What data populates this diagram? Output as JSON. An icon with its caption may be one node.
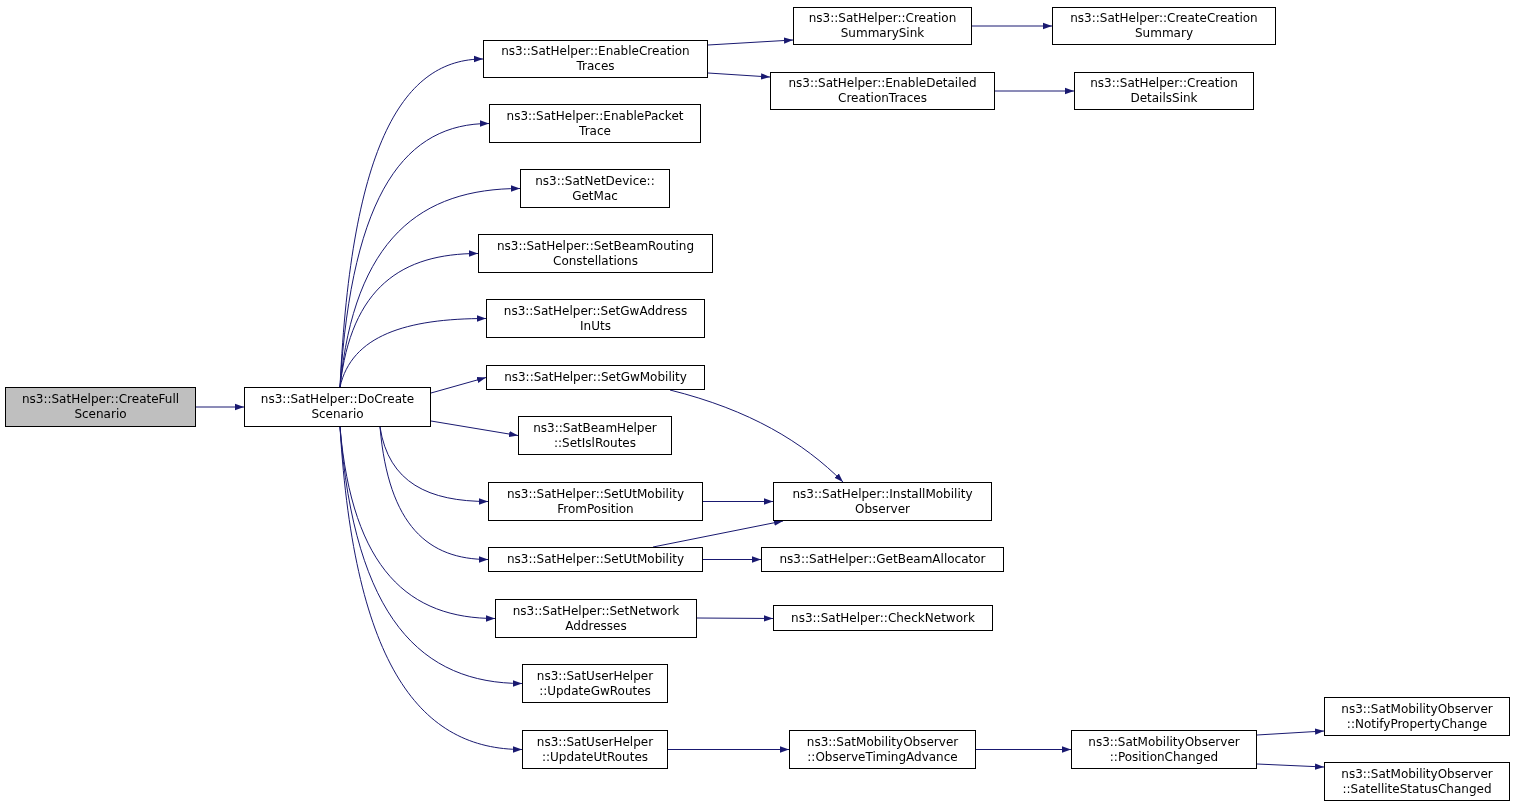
{
  "diagram": {
    "nodes": [
      {
        "text": [
          "ns3::SatHelper::CreateFull Scenario"
        ]
      },
      {
        "text": [
          "ns3::SatHelper::DoCreate Scenario"
        ]
      },
      {
        "text": [
          "ns3::SatHelper::EnableCreation Traces"
        ]
      },
      {
        "text": [
          "ns3::SatHelper::EnablePacket Trace"
        ]
      },
      {
        "text": [
          "ns3::SatNetDevice:: GetMac"
        ]
      },
      {
        "text": [
          "ns3::SatHelper::SetBeamRouting Constellations"
        ]
      },
      {
        "text": [
          "ns3::SatHelper::SetGwAddress InUts"
        ]
      },
      {
        "text": [
          "ns3::SatHelper::SetGwMobility"
        ]
      },
      {
        "text": [
          "ns3::SatBeamHelper ::SetIslRoutes"
        ]
      },
      {
        "text": [
          "ns3::SatHelper::SetUtMobility FromPosition"
        ]
      },
      {
        "text": [
          "ns3::SatHelper::SetUtMobility"
        ]
      },
      {
        "text": [
          "ns3::SatHelper::SetNetwork Addresses"
        ]
      },
      {
        "text": [
          "ns3::SatUserHelper ::UpdateGwRoutes"
        ]
      },
      {
        "text": [
          "ns3::SatUserHelper ::UpdateUtRoutes"
        ]
      },
      {
        "text": [
          "ns3::SatHelper::Creation SummarySink"
        ]
      },
      {
        "text": [
          "ns3::SatHelper::EnableDetailed CreationTraces"
        ]
      },
      {
        "text": [
          "ns3::SatHelper::CreateCreation Summary"
        ]
      },
      {
        "text": [
          "ns3::SatHelper::Creation DetailsSink"
        ]
      },
      {
        "text": [
          "ns3::SatHelper::InstallMobility Observer"
        ]
      },
      {
        "text": [
          "ns3::SatHelper::GetBeamAllocator"
        ]
      },
      {
        "text": [
          "ns3::SatHelper::CheckNetwork"
        ]
      },
      {
        "text": [
          "ns3::SatMobilityObserver ::ObserveTimingAdvance"
        ]
      },
      {
        "text": [
          "ns3::SatMobilityObserver ::PositionChanged"
        ]
      },
      {
        "text": [
          "ns3::SatMobilityObserver ::NotifyPropertyChange"
        ]
      },
      {
        "text": [
          "ns3::SatMobilityObserver ::SatelliteStatusChanged"
        ]
      }
    ],
    "edges": [
      {
        "from": 0,
        "to": 1,
        "arrow": "to"
      },
      {
        "from": 1,
        "to": 2,
        "arrow": "to"
      },
      {
        "from": 1,
        "to": 3,
        "arrow": "to"
      },
      {
        "from": 1,
        "to": 4,
        "arrow": "to"
      },
      {
        "from": 1,
        "to": 5,
        "arrow": "to"
      },
      {
        "from": 1,
        "to": 6,
        "arrow": "to"
      },
      {
        "from": 1,
        "to": 7,
        "arrow": "to"
      },
      {
        "from": 1,
        "to": 8,
        "arrow": "to"
      },
      {
        "from": 1,
        "to": 9,
        "arrow": "to"
      },
      {
        "from": 1,
        "to": 10,
        "arrow": "to"
      },
      {
        "from": 1,
        "to": 11,
        "arrow": "to"
      },
      {
        "from": 1,
        "to": 12,
        "arrow": "to"
      },
      {
        "from": 1,
        "to": 13,
        "arrow": "to"
      },
      {
        "from": 2,
        "to": 14,
        "arrow": "to"
      },
      {
        "from": 2,
        "to": 15,
        "arrow": "to"
      },
      {
        "from": 14,
        "to": 16,
        "arrow": "to"
      },
      {
        "from": 15,
        "to": 17,
        "arrow": "to"
      },
      {
        "from": 7,
        "to": 18,
        "arrow": "to"
      },
      {
        "from": 9,
        "to": 18,
        "arrow": "to"
      },
      {
        "from": 10,
        "to": 18,
        "arrow": "to"
      },
      {
        "from": 10,
        "to": 19,
        "arrow": "to"
      },
      {
        "from": 11,
        "to": 20,
        "arrow": "to"
      },
      {
        "from": 13,
        "to": 21,
        "arrow": "to"
      },
      {
        "from": 21,
        "to": 22,
        "arrow": "to"
      },
      {
        "from": 22,
        "to": 23,
        "arrow": "to"
      },
      {
        "from": 22,
        "to": 24,
        "arrow": "to"
      }
    ]
  }
}
